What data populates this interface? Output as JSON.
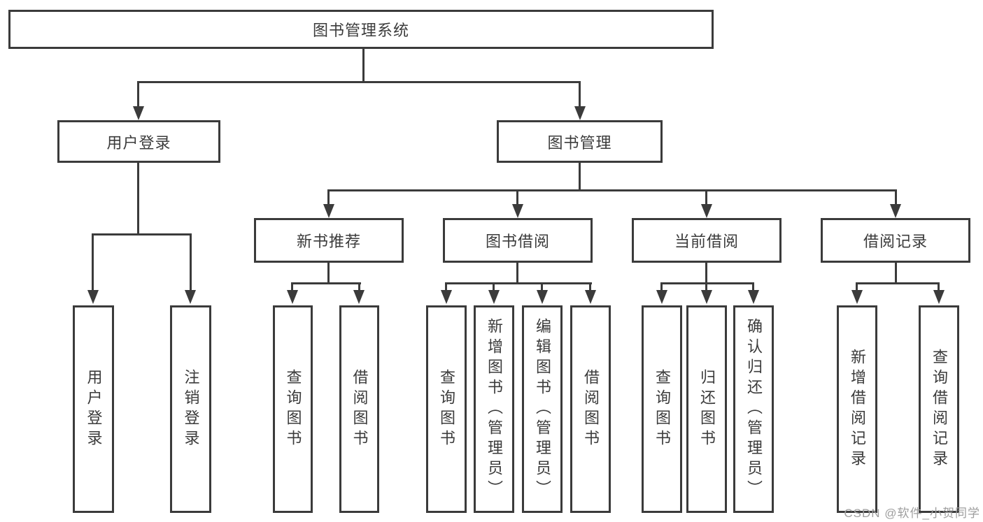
{
  "diagram_type": "hierarchy-diagram",
  "colors": {
    "line": "#3b3b3b",
    "box_border": "#3b3b3b",
    "box_background": "#ffffff",
    "text": "#3b3b3b",
    "watermark": "#9e9e9e"
  },
  "tree": {
    "label": "图书管理系统",
    "children": [
      {
        "label": "用户登录",
        "children": [
          {
            "label": "用户登录"
          },
          {
            "label": "注销登录"
          }
        ]
      },
      {
        "label": "图书管理",
        "children": [
          {
            "label": "新书推荐",
            "children": [
              {
                "label": "查询图书"
              },
              {
                "label": "借阅图书"
              }
            ]
          },
          {
            "label": "图书借阅",
            "children": [
              {
                "label": "查询图书"
              },
              {
                "label": "新增图书（管理员）"
              },
              {
                "label": "编辑图书（管理员）"
              },
              {
                "label": "借阅图书"
              }
            ]
          },
          {
            "label": "当前借阅",
            "children": [
              {
                "label": "查询图书"
              },
              {
                "label": "归还图书"
              },
              {
                "label": "确认归还（管理员）"
              }
            ]
          },
          {
            "label": "借阅记录",
            "children": [
              {
                "label": "新增借阅记录"
              },
              {
                "label": "查询借阅记录"
              }
            ]
          }
        ]
      }
    ]
  },
  "watermark": {
    "text": "CSDN @软件_小贺同学"
  }
}
